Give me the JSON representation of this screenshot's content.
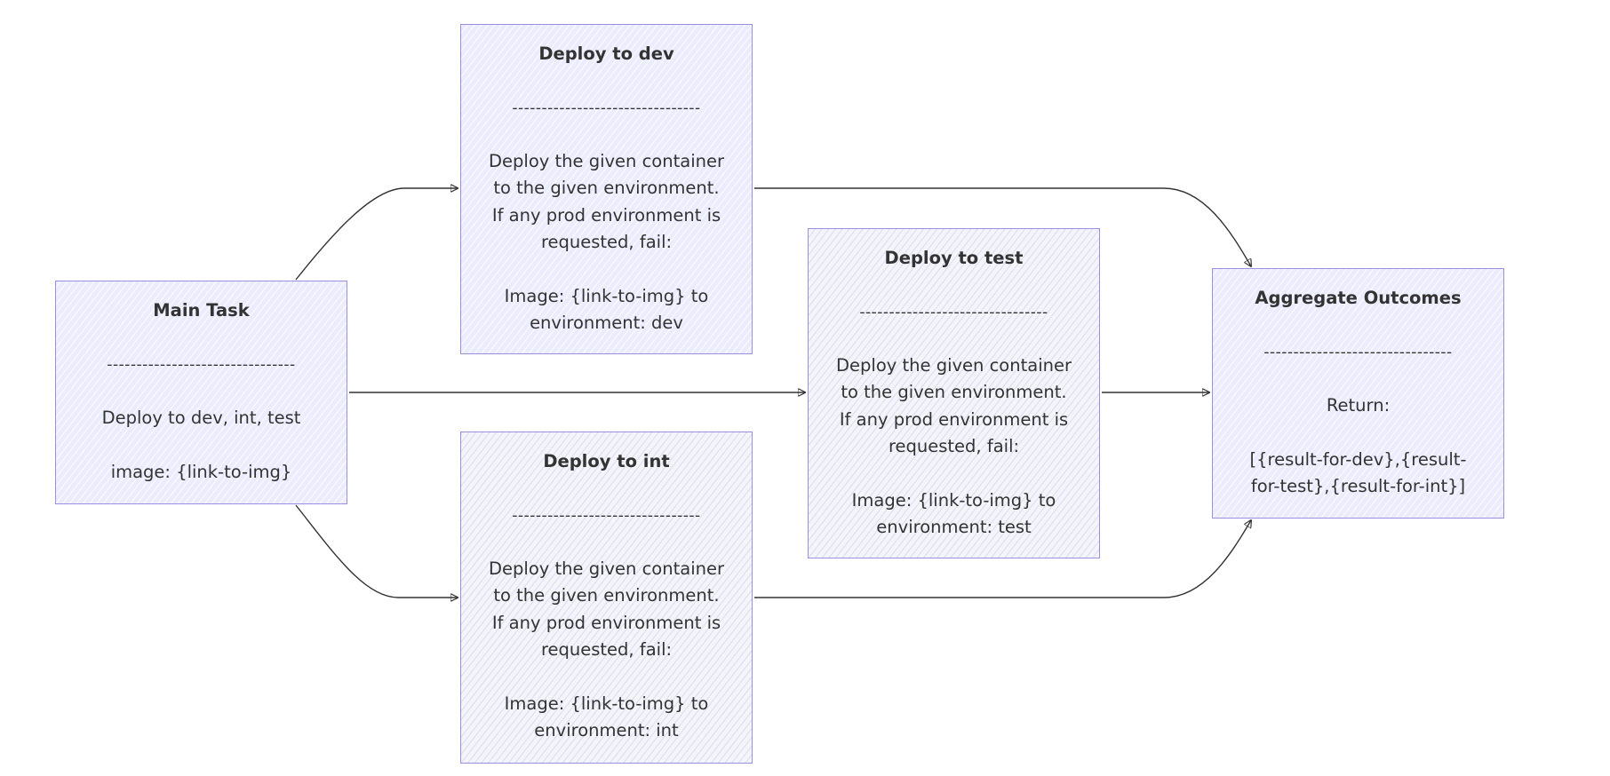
{
  "colors": {
    "node_fill": "#ececff",
    "node_border": "#9b8fe3",
    "edge": "#333333",
    "text": "#333333"
  },
  "nodes": {
    "main": {
      "title": "Main Task",
      "separator": "--------------------------------",
      "lines": [
        "Deploy to dev, int, test",
        "",
        "image: {link-to-img}"
      ]
    },
    "dev": {
      "title": "Deploy to dev",
      "separator": "--------------------------------",
      "lines": [
        "Deploy the given container",
        "to the given environment.",
        "If any prod environment is",
        "requested, fail:",
        "",
        "Image: {link-to-img} to",
        "environment: dev"
      ]
    },
    "int": {
      "title": "Deploy to int",
      "separator": "--------------------------------",
      "lines": [
        "Deploy the given container",
        "to the given environment.",
        "If any prod environment is",
        "requested, fail:",
        "",
        "Image: {link-to-img} to",
        "environment: int"
      ]
    },
    "test": {
      "title": "Deploy to test",
      "separator": "--------------------------------",
      "lines": [
        "Deploy the given container",
        "to the given environment.",
        "If any prod environment is",
        "requested, fail:",
        "",
        "Image: {link-to-img} to",
        "environment: test"
      ]
    },
    "aggregate": {
      "title": "Aggregate Outcomes",
      "separator": "--------------------------------",
      "lines": [
        "Return:",
        "",
        "[{result-for-dev},{result-",
        "for-test},{result-for-int}]"
      ]
    }
  },
  "edges": [
    {
      "from": "main",
      "to": "dev"
    },
    {
      "from": "main",
      "to": "test"
    },
    {
      "from": "main",
      "to": "int"
    },
    {
      "from": "dev",
      "to": "aggregate"
    },
    {
      "from": "test",
      "to": "aggregate"
    },
    {
      "from": "int",
      "to": "aggregate"
    }
  ]
}
